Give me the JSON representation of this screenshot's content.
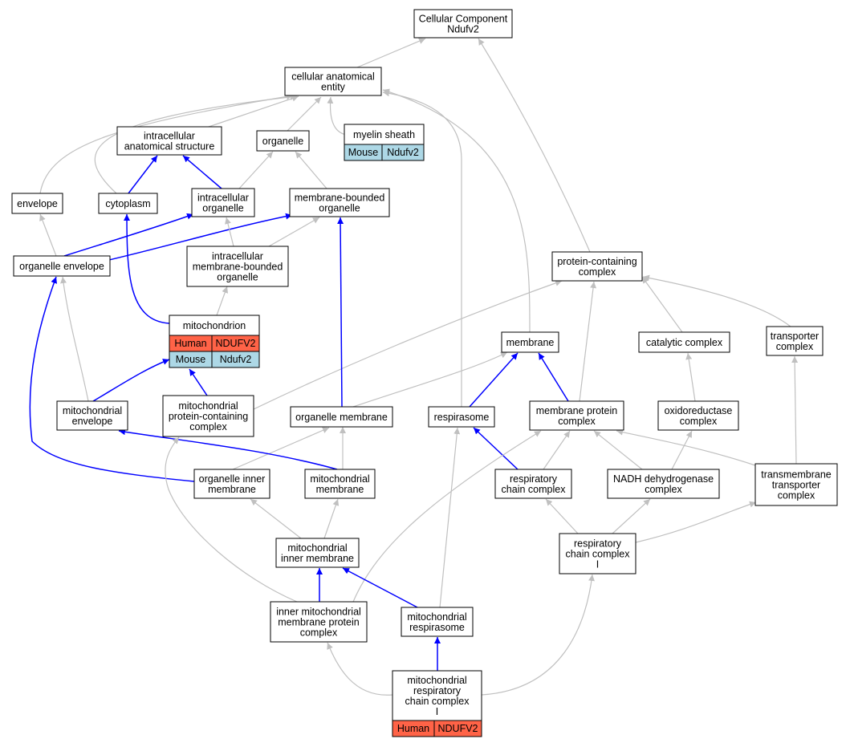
{
  "title": "Cellular Component Ndufv2",
  "colors": {
    "edge_gray": "#c0c0c0",
    "edge_blue": "#0000ff",
    "human_fill": "#ff6347",
    "mouse_fill": "#add8e6",
    "node_border": "#000000",
    "node_fill": "#ffffff"
  },
  "nodes": {
    "root": {
      "lines": [
        "Cellular Component",
        "Ndufv2"
      ]
    },
    "cae": {
      "lines": [
        "cellular anatomical",
        "entity"
      ]
    },
    "ias": {
      "lines": [
        "intracellular",
        "anatomical structure"
      ]
    },
    "organelle": {
      "lines": [
        "organelle"
      ]
    },
    "myelin": {
      "lines": [
        "myelin sheath"
      ],
      "annotations": [
        {
          "species": "Mouse",
          "gene": "Ndufv2"
        }
      ]
    },
    "envelope": {
      "lines": [
        "envelope"
      ]
    },
    "cytoplasm": {
      "lines": [
        "cytoplasm"
      ]
    },
    "io": {
      "lines": [
        "intracellular",
        "organelle"
      ]
    },
    "mbo": {
      "lines": [
        "membrane-bounded",
        "organelle"
      ]
    },
    "oe": {
      "lines": [
        "organelle envelope"
      ]
    },
    "imbo": {
      "lines": [
        "intracellular",
        "membrane-bounded",
        "organelle"
      ]
    },
    "pcc": {
      "lines": [
        "protein-containing",
        "complex"
      ]
    },
    "mito": {
      "lines": [
        "mitochondrion"
      ],
      "annotations": [
        {
          "species": "Human",
          "gene": "NDUFV2"
        },
        {
          "species": "Mouse",
          "gene": "Ndufv2"
        }
      ]
    },
    "membrane": {
      "lines": [
        "membrane"
      ]
    },
    "cat": {
      "lines": [
        "catalytic complex"
      ]
    },
    "tc": {
      "lines": [
        "transporter",
        "complex"
      ]
    },
    "menv": {
      "lines": [
        "mitochondrial",
        "envelope"
      ]
    },
    "mpcc": {
      "lines": [
        "mitochondrial",
        "protein-containing",
        "complex"
      ]
    },
    "om": {
      "lines": [
        "organelle membrane"
      ]
    },
    "resp": {
      "lines": [
        "respirasome"
      ]
    },
    "mpc": {
      "lines": [
        "membrane protein",
        "complex"
      ]
    },
    "oxr": {
      "lines": [
        "oxidoreductase",
        "complex"
      ]
    },
    "oim": {
      "lines": [
        "organelle inner",
        "membrane"
      ]
    },
    "mm": {
      "lines": [
        "mitochondrial",
        "membrane"
      ]
    },
    "rcc": {
      "lines": [
        "respiratory",
        "chain complex"
      ]
    },
    "ndh": {
      "lines": [
        "NADH dehydrogenase",
        "complex"
      ]
    },
    "ttc": {
      "lines": [
        "transmembrane",
        "transporter",
        "complex"
      ]
    },
    "mim": {
      "lines": [
        "mitochondrial",
        "inner membrane"
      ]
    },
    "rcc1": {
      "lines": [
        "respiratory",
        "chain complex",
        "I"
      ]
    },
    "imm": {
      "lines": [
        "inner mitochondrial",
        "membrane protein",
        "complex"
      ]
    },
    "mresp": {
      "lines": [
        "mitochondrial",
        "respirasome"
      ]
    },
    "mrcc1": {
      "lines": [
        "mitochondrial",
        "respiratory",
        "chain complex",
        "I"
      ],
      "annotations": [
        {
          "species": "Human",
          "gene": "NDUFV2"
        }
      ]
    }
  },
  "edges": [
    {
      "from": "cae",
      "to": "root",
      "kind": "gray"
    },
    {
      "from": "pcc",
      "to": "root",
      "kind": "gray"
    },
    {
      "from": "ias",
      "to": "cae",
      "kind": "gray"
    },
    {
      "from": "organelle",
      "to": "cae",
      "kind": "gray"
    },
    {
      "from": "myelin",
      "to": "cae",
      "kind": "gray"
    },
    {
      "from": "envelope",
      "to": "cae",
      "kind": "gray"
    },
    {
      "from": "cytoplasm",
      "to": "cae",
      "kind": "gray"
    },
    {
      "from": "membrane",
      "to": "cae",
      "kind": "gray"
    },
    {
      "from": "resp",
      "to": "cae",
      "kind": "gray"
    },
    {
      "from": "cytoplasm",
      "to": "ias",
      "kind": "blue"
    },
    {
      "from": "io",
      "to": "ias",
      "kind": "blue"
    },
    {
      "from": "io",
      "to": "organelle",
      "kind": "gray"
    },
    {
      "from": "mbo",
      "to": "organelle",
      "kind": "gray"
    },
    {
      "from": "oe",
      "to": "envelope",
      "kind": "gray"
    },
    {
      "from": "oe",
      "to": "io",
      "kind": "blue"
    },
    {
      "from": "oe",
      "to": "mbo",
      "kind": "blue"
    },
    {
      "from": "imbo",
      "to": "io",
      "kind": "gray"
    },
    {
      "from": "imbo",
      "to": "mbo",
      "kind": "gray"
    },
    {
      "from": "mito",
      "to": "cytoplasm",
      "kind": "blue"
    },
    {
      "from": "mito",
      "to": "imbo",
      "kind": "gray"
    },
    {
      "from": "menv",
      "to": "oe",
      "kind": "gray"
    },
    {
      "from": "menv",
      "to": "mito",
      "kind": "blue"
    },
    {
      "from": "oim",
      "to": "oe",
      "kind": "blue"
    },
    {
      "from": "mpcc",
      "to": "mito",
      "kind": "blue"
    },
    {
      "from": "mpcc",
      "to": "pcc",
      "kind": "gray"
    },
    {
      "from": "om",
      "to": "mbo",
      "kind": "blue"
    },
    {
      "from": "om",
      "to": "membrane",
      "kind": "gray"
    },
    {
      "from": "resp",
      "to": "membrane",
      "kind": "blue"
    },
    {
      "from": "mpc",
      "to": "membrane",
      "kind": "blue"
    },
    {
      "from": "mpc",
      "to": "pcc",
      "kind": "gray"
    },
    {
      "from": "cat",
      "to": "pcc",
      "kind": "gray"
    },
    {
      "from": "tc",
      "to": "pcc",
      "kind": "gray"
    },
    {
      "from": "oxr",
      "to": "cat",
      "kind": "gray"
    },
    {
      "from": "ttc",
      "to": "tc",
      "kind": "gray"
    },
    {
      "from": "ttc",
      "to": "mpc",
      "kind": "gray"
    },
    {
      "from": "oim",
      "to": "om",
      "kind": "gray"
    },
    {
      "from": "mm",
      "to": "om",
      "kind": "gray"
    },
    {
      "from": "mm",
      "to": "menv",
      "kind": "blue"
    },
    {
      "from": "rcc",
      "to": "resp",
      "kind": "blue"
    },
    {
      "from": "rcc",
      "to": "mpc",
      "kind": "gray"
    },
    {
      "from": "ndh",
      "to": "mpc",
      "kind": "gray"
    },
    {
      "from": "ndh",
      "to": "oxr",
      "kind": "gray"
    },
    {
      "from": "mim",
      "to": "oim",
      "kind": "gray"
    },
    {
      "from": "mim",
      "to": "mm",
      "kind": "gray"
    },
    {
      "from": "rcc1",
      "to": "rcc",
      "kind": "gray"
    },
    {
      "from": "rcc1",
      "to": "ndh",
      "kind": "gray"
    },
    {
      "from": "rcc1",
      "to": "ttc",
      "kind": "gray"
    },
    {
      "from": "imm",
      "to": "mim",
      "kind": "blue"
    },
    {
      "from": "imm",
      "to": "mpcc",
      "kind": "gray"
    },
    {
      "from": "imm",
      "to": "mpc",
      "kind": "gray"
    },
    {
      "from": "mresp",
      "to": "mim",
      "kind": "blue"
    },
    {
      "from": "mresp",
      "to": "resp",
      "kind": "gray"
    },
    {
      "from": "mrcc1",
      "to": "mresp",
      "kind": "blue"
    },
    {
      "from": "mrcc1",
      "to": "imm",
      "kind": "gray"
    },
    {
      "from": "mrcc1",
      "to": "rcc1",
      "kind": "gray"
    }
  ]
}
